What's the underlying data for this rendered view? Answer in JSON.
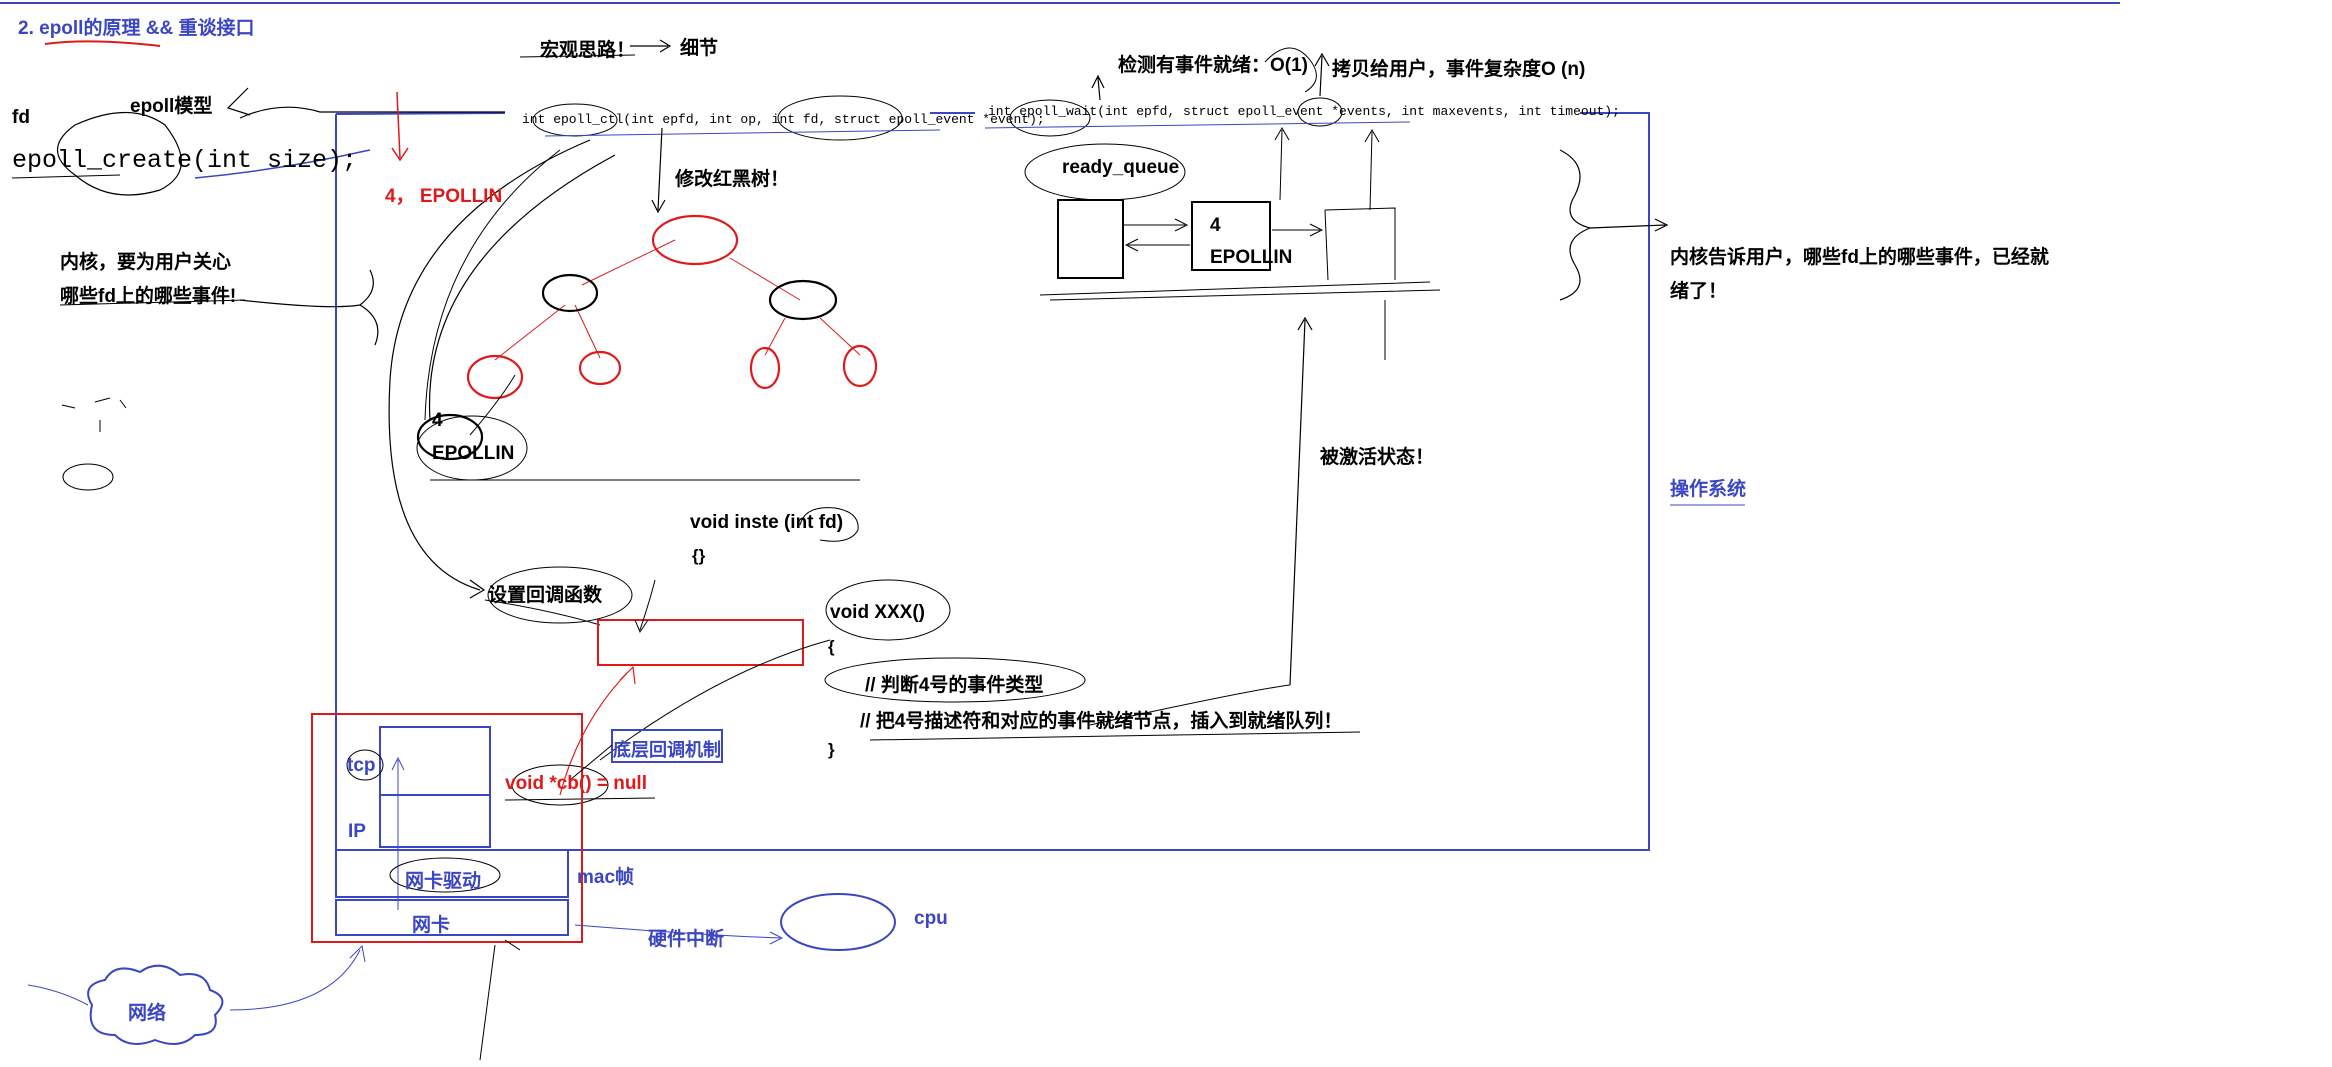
{
  "title": "2. epoll的原理 && 重谈接口",
  "colors": {
    "blue": "#3a46c4",
    "red": "#e01a1a",
    "black": "#000000"
  },
  "left": {
    "fd": "fd",
    "model": "epoll模型",
    "create_call": "epoll_create(int size);",
    "kernel_line1": "内核，要为用户关心",
    "kernel_line2": "哪些fd上的哪些事件!"
  },
  "top": {
    "macro": "宏观思路！",
    "detail": "细节",
    "detect": "检测有事件就绪：O(1)",
    "copy": "拷贝给用户，事件复杂度O (n)",
    "ctl_signature": "int epoll_ctl(int epfd, int op, int fd, struct epoll_event *event);",
    "wait_signature": "int epoll_wait(int epfd, struct epoll_event *events, int maxevents, int timeout);"
  },
  "tree": {
    "label_epollin": "4， EPOLLIN",
    "modify": "修改红黑树！",
    "node_num": "4",
    "node_event": "EPOLLIN"
  },
  "ready": {
    "title": "ready_queue",
    "num": "4",
    "event": "EPOLLIN"
  },
  "right": {
    "notify_line1": "内核告诉用户，哪些fd上的哪些事件，已经就",
    "notify_line2": "绪了！",
    "activated": "被激活状态！",
    "os": "操作系统"
  },
  "callback": {
    "insert_fn": "void inste  (int fd)",
    "insert_body": "{}",
    "set_callback": "设置回调函数",
    "xxx_fn": "void XXX()",
    "open_brace": "{",
    "comment1": "// 判断4号的事件类型",
    "comment2": "// 把4号描述符和对应的事件就绪节点，插入到就绪队列！",
    "close_brace": "}",
    "cb_decl": "void *cb() = null",
    "underlying": "底层回调机制"
  },
  "stack": {
    "tcp": "tcp",
    "ip": "IP",
    "driver": "网卡驱动",
    "mac": "mac帧",
    "nic": "网卡",
    "hw_interrupt": "硬件中断",
    "cpu": "cpu",
    "network": "网络"
  }
}
